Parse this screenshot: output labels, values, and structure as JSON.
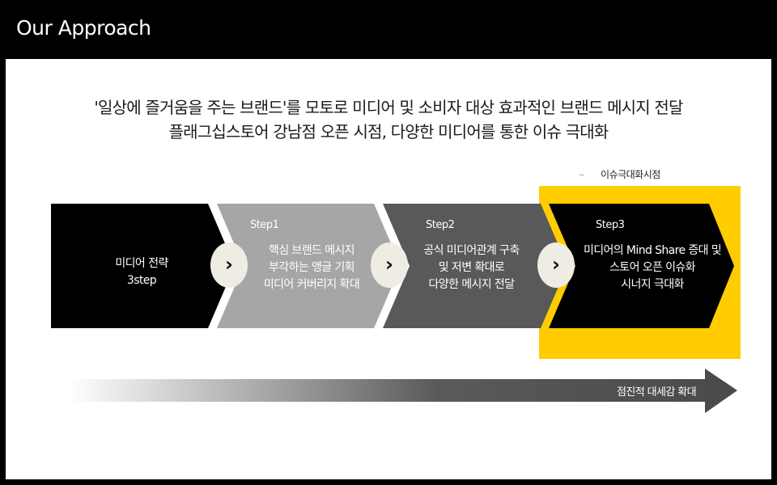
{
  "header": {
    "title": "Our Approach"
  },
  "headline": {
    "line1": "'일상에 즐거움을 주는 브랜드'를 모토로 미디어 및 소비자 대상 효과적인 브랜드 메시지 전달",
    "line2": "플래그십스토어 강남점 오픈  시점,  다양한 미디어를 통한 이슈 극대화"
  },
  "legend": {
    "label": "이슈극대화시점"
  },
  "flow": {
    "intro": {
      "line1": "미디어  전략",
      "line2": "3step"
    },
    "steps": [
      {
        "label": "Step1",
        "lines": [
          "핵심 브랜드 메시지",
          "부각하는 앵글 기획",
          "미디어 커버리지 확대"
        ]
      },
      {
        "label": "Step2",
        "lines": [
          "공식 미디어관계 구축",
          "및 저변 확대로",
          "다양한 메시지 전달"
        ]
      },
      {
        "label": "Step3",
        "lines": [
          "미디어의 Mind Share 증대 및",
          "스토어 오픈 이슈화",
          "시너지 극대화"
        ]
      }
    ],
    "chevron_glyph": "›"
  },
  "gradient_arrow": {
    "label": "점진적 대세감 확대"
  },
  "colors": {
    "intro": "#000000",
    "step1": "#a6a6a6",
    "step2": "#595959",
    "step3": "#000000",
    "highlight": "#ffcc00"
  }
}
